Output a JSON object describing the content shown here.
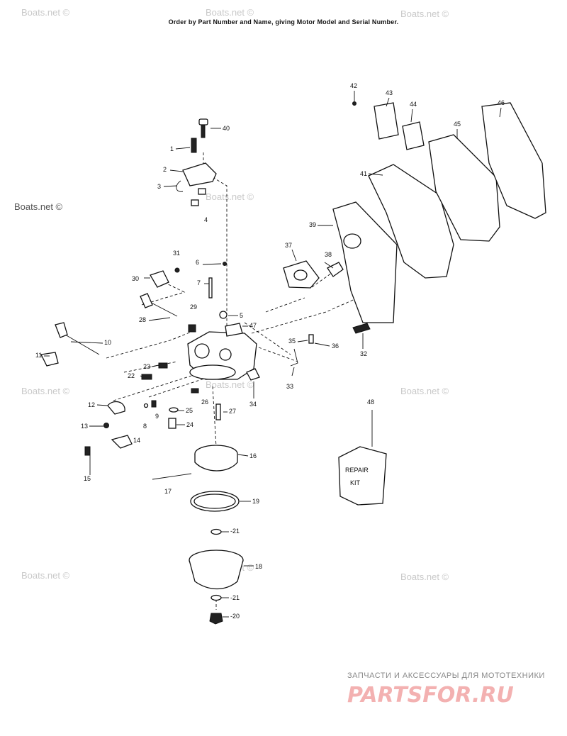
{
  "header": {
    "instruction": "Order by Part Number and Name, giving Motor Model and Serial Number."
  },
  "watermark": {
    "text": "Boats.net ©"
  },
  "kit": {
    "line1": "REPAIR",
    "line2": "KIT"
  },
  "footer": {
    "tagline": "ЗАПЧАСТИ И АКСЕССУАРЫ ДЛЯ МОТОТЕХНИКИ",
    "logo": "PARTSFOR.RU",
    "logo_color": "#f3b1b1"
  },
  "callouts": [
    "1",
    "2",
    "3",
    "4",
    "5",
    "6",
    "7",
    "8",
    "9",
    "10",
    "11",
    "12",
    "13",
    "14",
    "15",
    "16",
    "17",
    "18",
    "19",
    "-21",
    "-20",
    "-21",
    "22",
    "23",
    "24",
    "25",
    "26",
    "27",
    "28",
    "29",
    "30",
    "31",
    "32",
    "33",
    "34",
    "35",
    "36",
    "37",
    "38",
    "39",
    "40",
    "41",
    "42",
    "43",
    "44",
    "45",
    "46",
    "47",
    "48"
  ]
}
